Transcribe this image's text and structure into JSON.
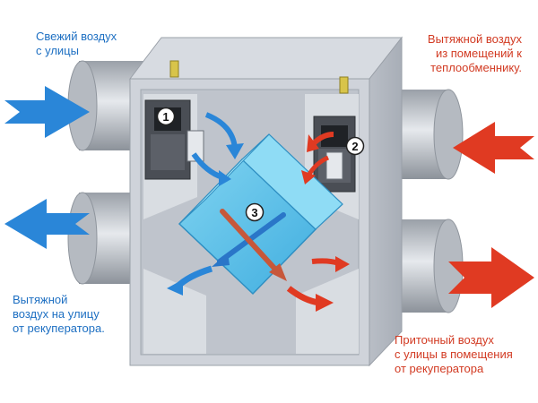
{
  "labels": {
    "fresh_air": [
      "Свежий воздух",
      "с улицы"
    ],
    "exhaust_in": [
      "Вытяжной воздух",
      "из помещений к",
      "теплообменнику."
    ],
    "exhaust_out": [
      "Вытяжной",
      "воздух на улицу",
      "от рекуператора."
    ],
    "supply": [
      "Приточный воздух",
      "с улицы в помещения",
      "от рекуператора"
    ]
  },
  "markers": [
    "1",
    "2",
    "3"
  ],
  "colors": {
    "cold_air": "#2a86d8",
    "warm_air": "#e03a22",
    "housing": "#c6cbd3",
    "heat_exchanger": "#5ec3e8",
    "label_blue": "#1d6fc2",
    "label_red": "#d23a22"
  }
}
